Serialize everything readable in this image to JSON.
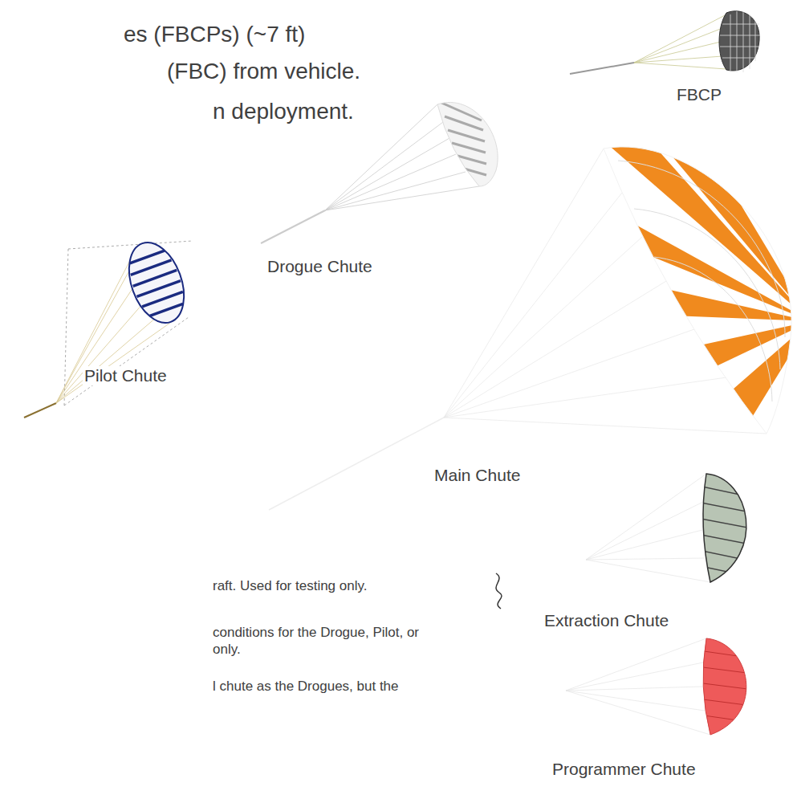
{
  "diagram": {
    "labels": [
      "es (FBCPs) (~7 ft)",
      "FBCP",
      "(FBC) from vehicle.",
      "n deployment.",
      "Drogue Chute",
      "Pilot Chute",
      "Main Chute",
      "raft. Used for testing only.",
      "Extraction Chute",
      "conditions for the Drogue, Pilot, or",
      "only.",
      "l chute as the Drogues, but the",
      "Programmer Chute"
    ]
  }
}
